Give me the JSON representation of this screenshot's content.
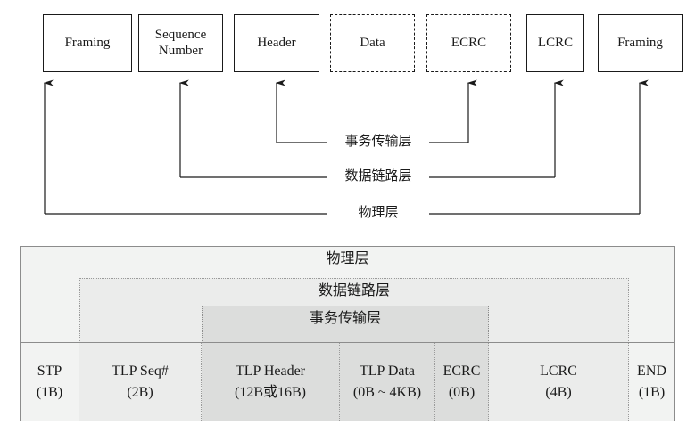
{
  "top_diagram": {
    "boxes": [
      {
        "label": "Framing",
        "style": "solid",
        "lines": [
          "Framing"
        ]
      },
      {
        "label": "Sequence Number",
        "style": "solid",
        "lines": [
          "Sequence",
          "Number"
        ]
      },
      {
        "label": "Header",
        "style": "solid",
        "lines": [
          "Header"
        ]
      },
      {
        "label": "Data",
        "style": "dashed",
        "lines": [
          "Data"
        ]
      },
      {
        "label": "ECRC",
        "style": "dashed",
        "lines": [
          "ECRC"
        ]
      },
      {
        "label": "LCRC",
        "style": "solid",
        "lines": [
          "LCRC"
        ]
      },
      {
        "label": "Framing",
        "style": "solid",
        "lines": [
          "Framing"
        ]
      }
    ],
    "box_text": {
      "framing_left": "Framing",
      "sequence_line1": "Sequence",
      "sequence_line2": "Number",
      "header": "Header",
      "data": "Data",
      "ecrc": "ECRC",
      "lcrc": "LCRC",
      "framing_right": "Framing"
    },
    "layer_captions": {
      "transaction": "事务传输层",
      "data_link": "数据链路层",
      "physical": "物理层"
    }
  },
  "bottom_diagram": {
    "bands": {
      "physical": "物理层",
      "data_link": "数据链路层",
      "transaction": "事务传输层"
    },
    "cells": [
      {
        "name": "STP",
        "size": "(1B)"
      },
      {
        "name": "TLP Seq#",
        "size": "(2B)"
      },
      {
        "name": "TLP Header",
        "size": "(12B或16B)"
      },
      {
        "name": "TLP Data",
        "size": "(0B ~ 4KB)"
      },
      {
        "name": "ECRC",
        "size": "(0B)"
      },
      {
        "name": "LCRC",
        "size": "(4B)"
      },
      {
        "name": "END",
        "size": "(1B)"
      }
    ]
  },
  "colors": {
    "stroke": "#1a1a1a",
    "band_physical": "#f2f3f2",
    "band_data_link": "#ebeceb",
    "band_transaction": "#dcdddc",
    "table_border": "#8c8c8c",
    "dotted_divider": "#9a9a9a"
  }
}
